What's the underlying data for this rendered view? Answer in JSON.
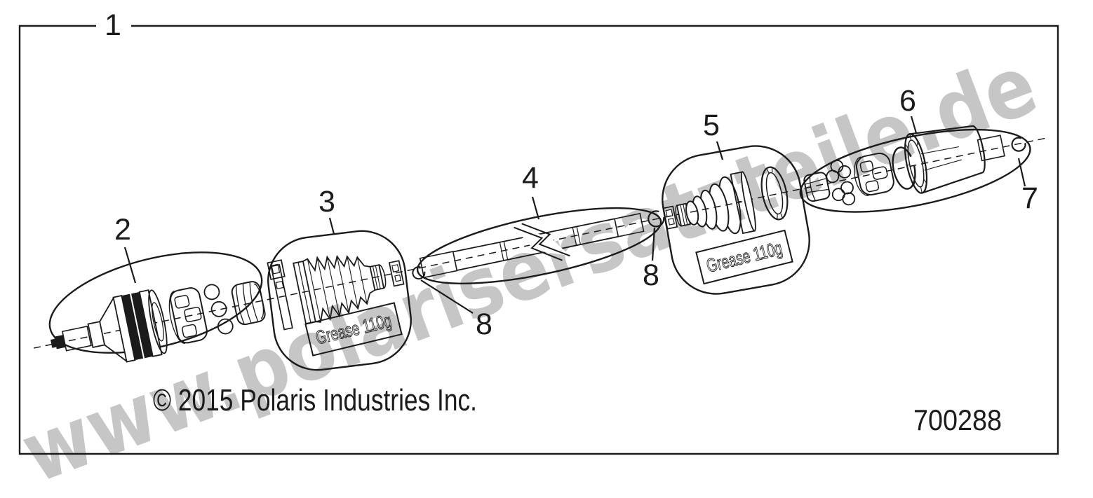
{
  "diagram": {
    "watermark_text": "www.polarisersatzteile.de",
    "copyright": "© 2015 Polaris Industries Inc.",
    "drawing_number": "700288",
    "grease_label": "Grease 110g",
    "callouts": {
      "c1": "1",
      "c2": "2",
      "c3": "3",
      "c4": "4",
      "c5": "5",
      "c6": "6",
      "c7": "7",
      "c8": "8"
    },
    "colors": {
      "line": "#1b1b1b",
      "watermark": "#c6c6c6",
      "background": "#ffffff"
    }
  }
}
